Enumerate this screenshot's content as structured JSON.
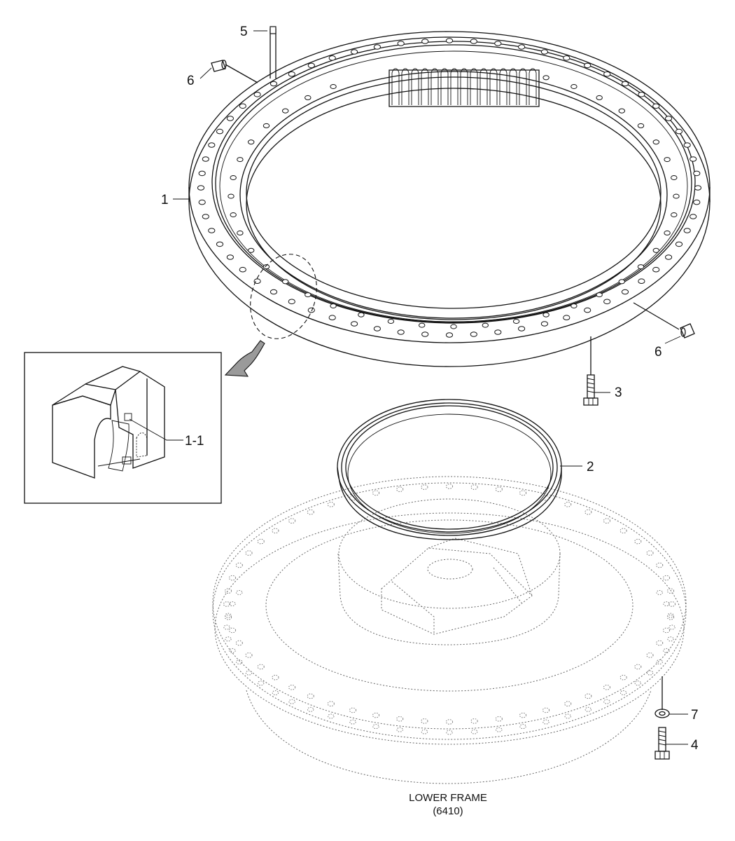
{
  "callouts": {
    "c1": "1",
    "c1_1": "1-1",
    "c2": "2",
    "c3": "3",
    "c4": "4",
    "c5": "5",
    "c6a": "6",
    "c6b": "6",
    "c7": "7"
  },
  "caption": {
    "line1": "LOWER FRAME",
    "line2": "(6410)"
  }
}
